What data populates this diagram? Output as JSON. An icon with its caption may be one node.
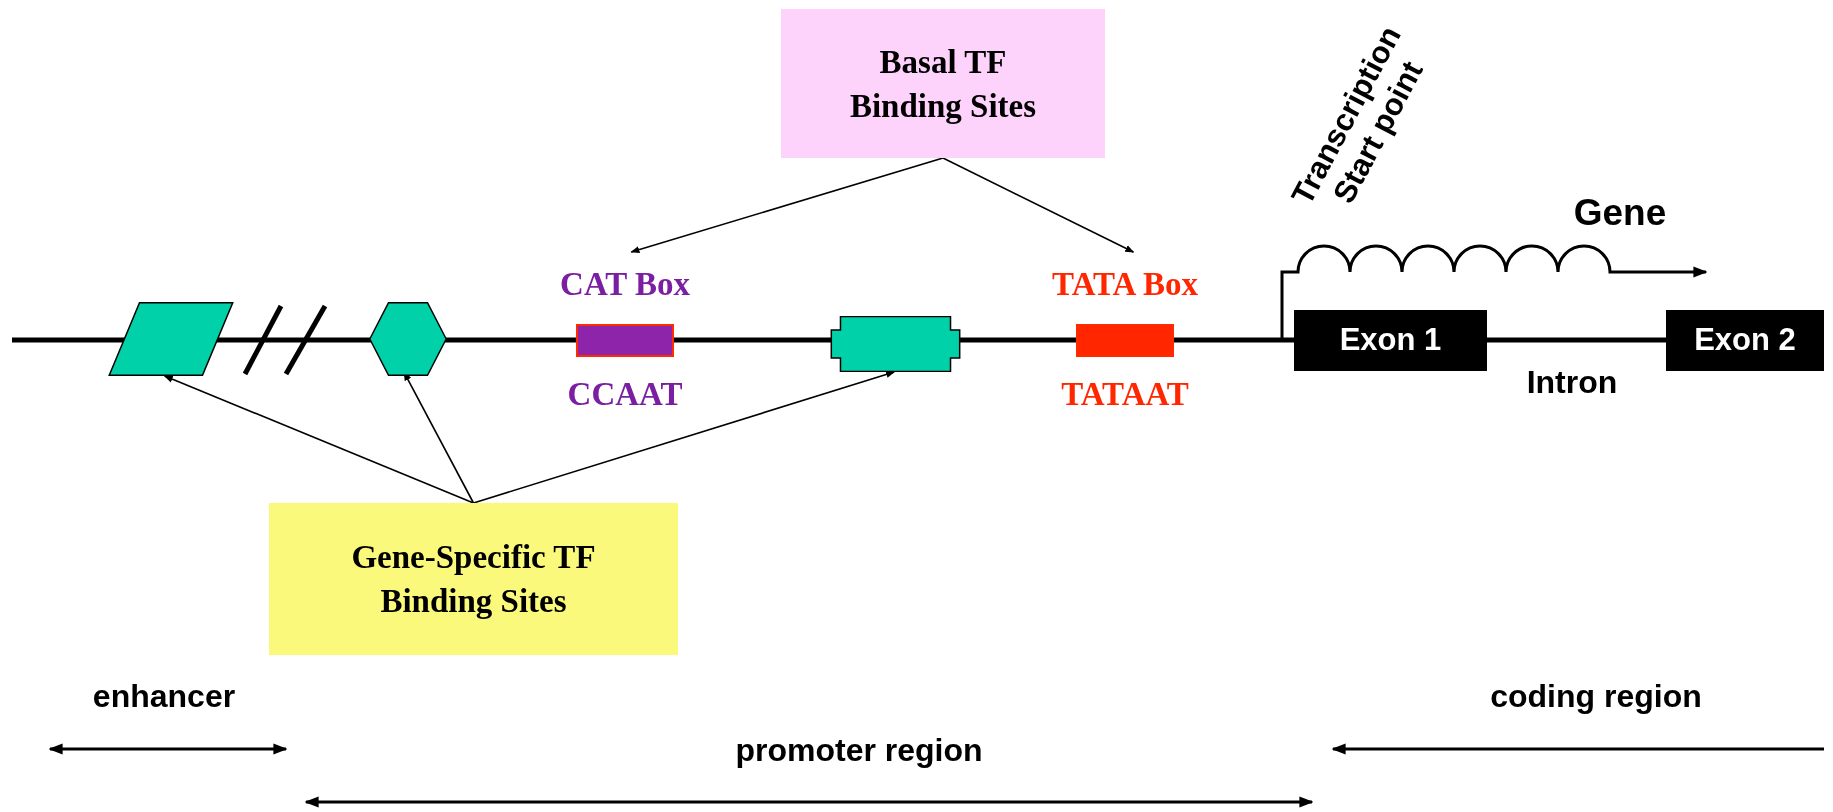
{
  "diagram": {
    "nodes": [
      {
        "text": [
          "Basal TF Binding Sites"
        ]
      },
      {
        "text": [],
        "shape": "parallelogram"
      },
      {
        "text": [],
        "shape": "hexagon"
      },
      {
        "text": [
          "CAT Box",
          "CCAAT"
        ]
      },
      {
        "text": [],
        "shape": "box"
      },
      {
        "text": [
          "TATA Box",
          "TATAAT"
        ]
      },
      {
        "text": [
          "Exon 1"
        ]
      },
      {
        "text": [
          "Exon 2"
        ]
      },
      {
        "text": [
          "Gene-Specific TF Binding Sites"
        ]
      }
    ],
    "edges": [
      {
        "from": 0,
        "to": 3,
        "arrow": "to"
      },
      {
        "from": 0,
        "to": 5,
        "arrow": "to"
      },
      {
        "from": 8,
        "to": 1,
        "arrow": "to"
      },
      {
        "from": 8,
        "to": 2,
        "arrow": "to"
      },
      {
        "from": 8,
        "to": 4,
        "arrow": "to"
      }
    ],
    "labels": [
      "Transcription Start point",
      "Gene",
      "Intron",
      "enhancer",
      "coding region",
      "promoter region"
    ]
  }
}
